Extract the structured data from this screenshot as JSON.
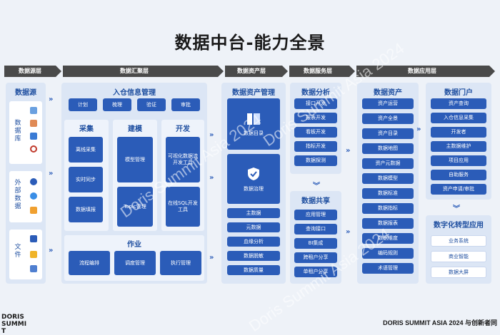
{
  "title": "数据中台-能力全景",
  "bands": [
    "数据源层",
    "数据汇聚层",
    "数据资产层",
    "数据服务层",
    "数据应用层"
  ],
  "source": {
    "title": "数据源",
    "db_label": "数据库",
    "ext_label": "外部数据",
    "file_label": "文件"
  },
  "gather": {
    "title": "入仓信息管理",
    "top_buttons": [
      "计划",
      "梳理",
      "验证",
      "审批"
    ],
    "collect": {
      "title": "采集",
      "items": [
        "离线采集",
        "实时同步",
        "数据填报"
      ]
    },
    "model": {
      "title": "建模",
      "items": [
        "模型管理",
        "Topic管理"
      ]
    },
    "dev": {
      "title": "开发",
      "items": [
        "可视化数据流开发工具",
        "在线SQL开发工具"
      ]
    },
    "job": {
      "title": "作业",
      "items": [
        "流程编排",
        "调度管理",
        "执行管理"
      ]
    }
  },
  "asset_mgmt": {
    "title": "数据资产管理",
    "catalog": "数据目录",
    "govern": "数据治理",
    "items": [
      "主数据",
      "元数据",
      "血缘分析",
      "数据脱敏",
      "数据质量"
    ]
  },
  "analysis": {
    "title": "数据分析",
    "items": [
      "接口开发",
      "报表开发",
      "看板开发",
      "指标开发",
      "数据探测"
    ]
  },
  "share": {
    "title": "数据共享",
    "items": [
      "应用管理",
      "查询接口",
      "BI集成",
      "跨租户分享",
      "单租户分享"
    ]
  },
  "assets": {
    "title": "数据资产",
    "items": [
      "资产运营",
      "资产全景",
      "资产目录",
      "数据地图",
      "资产元数据",
      "数据模型",
      "数据标准",
      "数据指标",
      "数据报表",
      "数据维度",
      "编码规则",
      "术语管理"
    ]
  },
  "portal": {
    "title": "数据门户",
    "items": [
      "资产查询",
      "入仓信息采集",
      "开发者",
      "主数据维护",
      "项目应用",
      "自助服务",
      "资产申请/审批"
    ]
  },
  "digital": {
    "title": "数字化转型应用",
    "items": [
      "业务系统",
      "商业智能",
      "数据大屏"
    ]
  },
  "watermark": "Doris Summit Asia 2024",
  "footer": {
    "logo": "DORIS SUMMIT",
    "right": "DORIS SUMMIT ASIA 2024  与创新者同"
  },
  "colors": {
    "accent": "#2b5cb8",
    "panel": "#dce6f5",
    "band": "#4a4a4a"
  }
}
